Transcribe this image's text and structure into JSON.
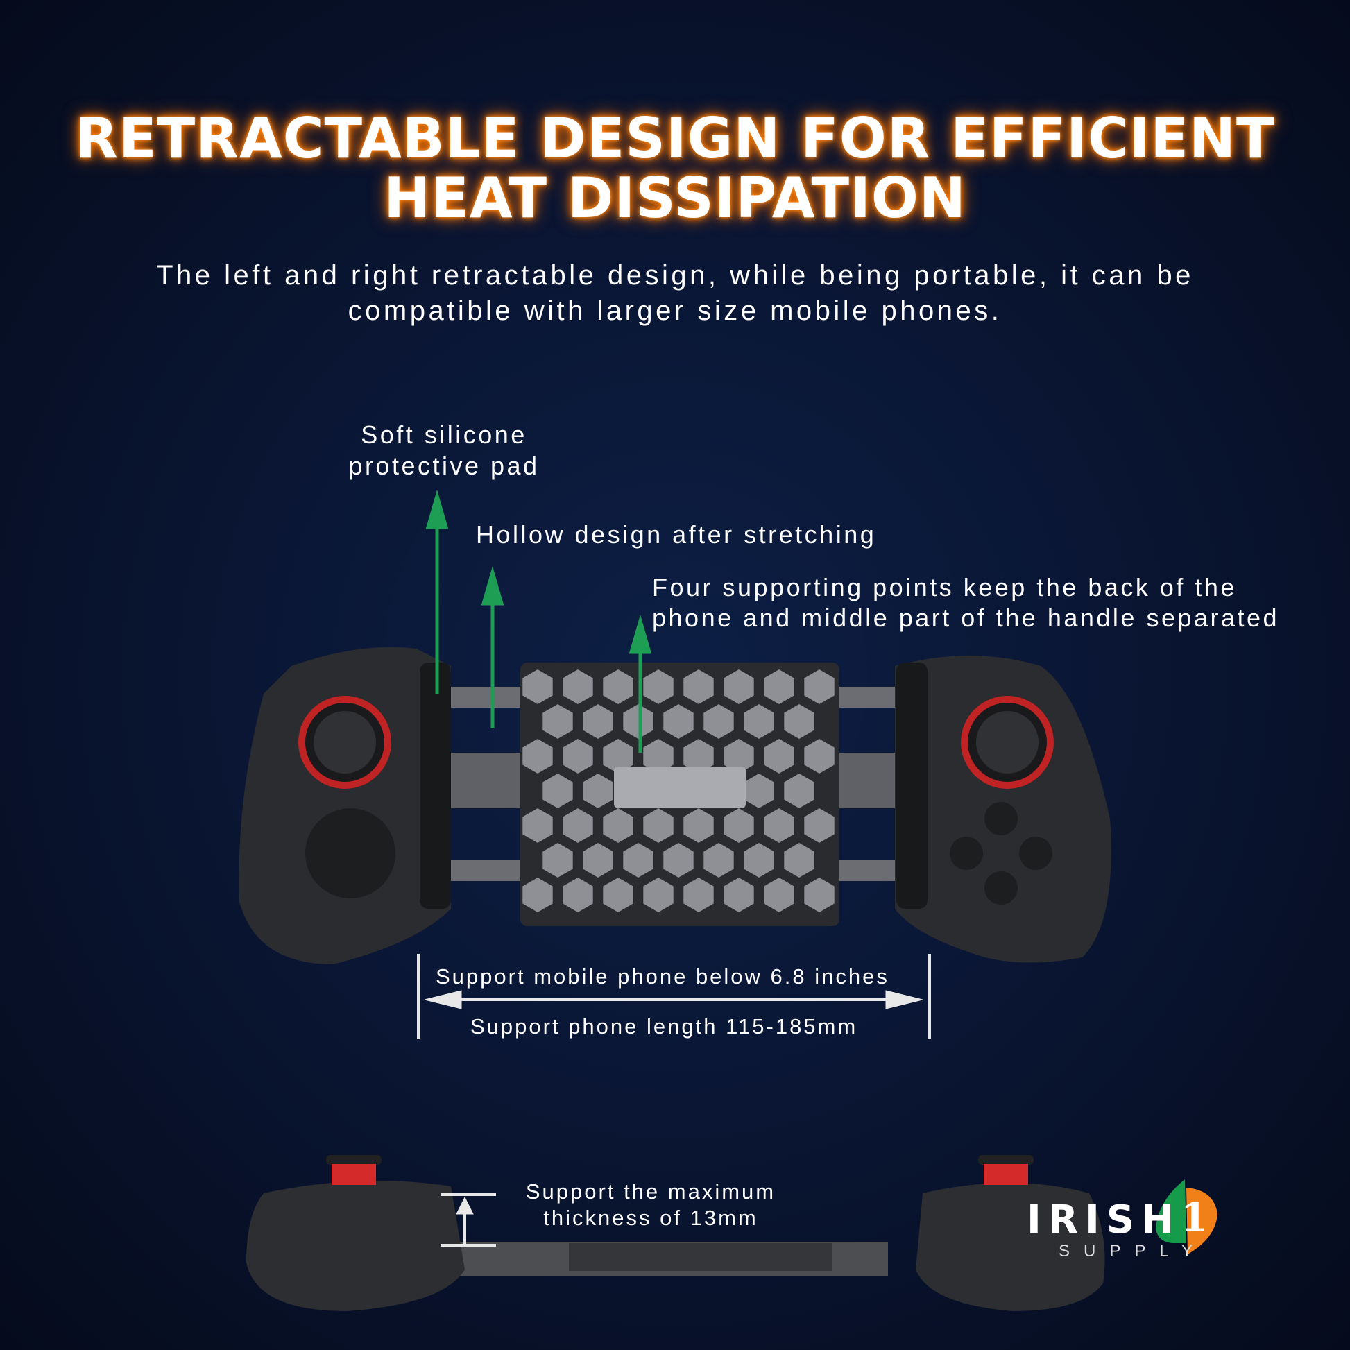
{
  "title": {
    "line1": "RETRACTABLE DESIGN FOR EFFICIENT",
    "line2": "HEAT DISSIPATION"
  },
  "subtitle": {
    "line1": "The left and right retractable design, while being portable, it can be",
    "line2": "compatible with larger size mobile phones."
  },
  "callouts": {
    "silicone": {
      "line1": "Soft silicone",
      "line2": "protective pad"
    },
    "hollow": "Hollow design after stretching",
    "support_points": {
      "line1": "Four supporting points keep the back of the",
      "line2": "phone and middle part of the handle separated"
    }
  },
  "dimensions": {
    "phone_size": "Support mobile phone below 6.8 inches",
    "phone_length": "Support phone length 115-185mm",
    "thickness": {
      "line1": "Support the maximum",
      "line2": "thickness of 13mm"
    }
  },
  "logo": {
    "brand": "IRISH",
    "sub": "SUPPLY",
    "mark": "1"
  },
  "colors": {
    "glow": "#ff7a00",
    "arrow": "#1e9e55",
    "joystick_ring": "#d42a2a",
    "logo_green": "#169b4a",
    "logo_orange": "#f28018"
  }
}
